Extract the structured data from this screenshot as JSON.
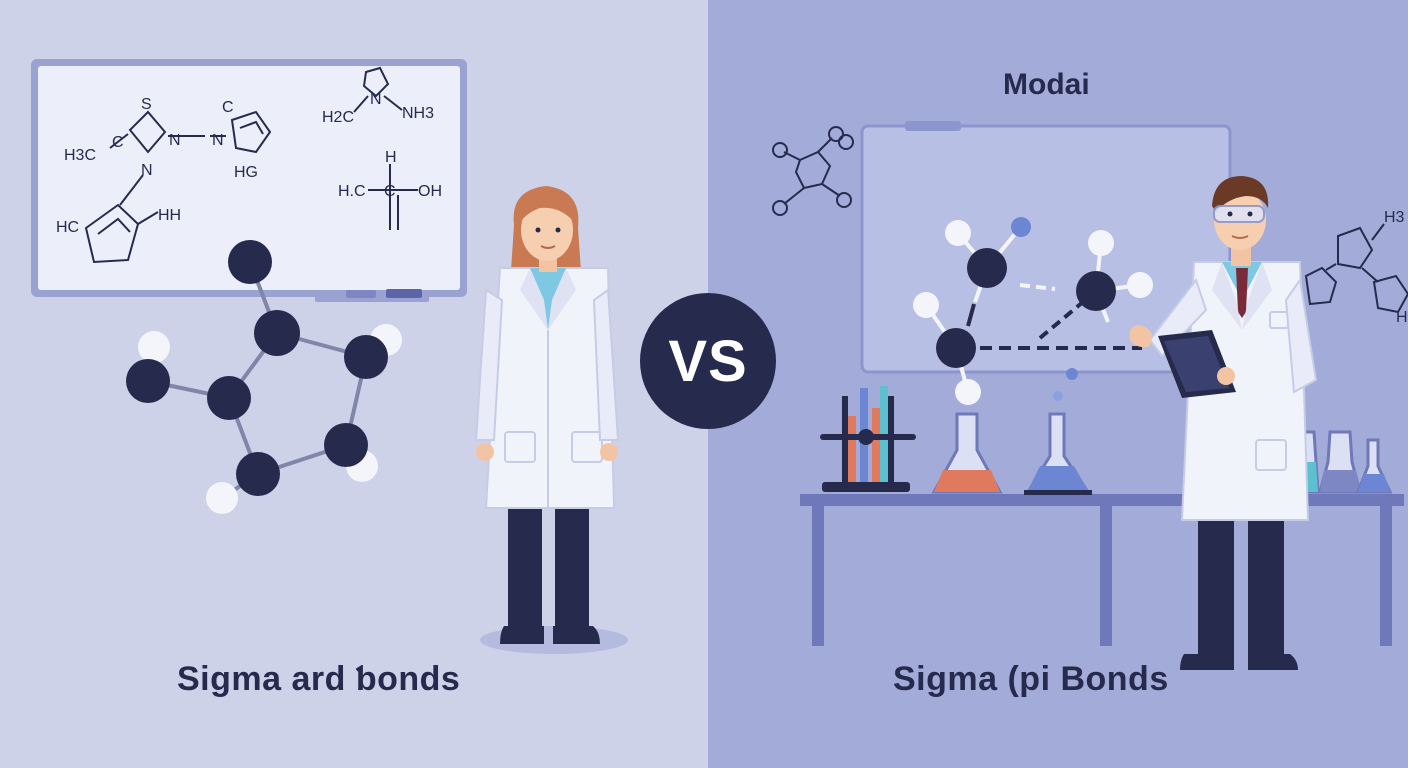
{
  "left": {
    "caption": "Sigma ard ƅonds",
    "whiteboard_formulas": [
      "S",
      "H3C",
      "C",
      "N",
      "N",
      "N",
      "C",
      "HG",
      "HC",
      "HH",
      "H2C",
      "N",
      "NH3",
      "H",
      "H.C",
      "C",
      "OH"
    ]
  },
  "right": {
    "top_label": "Modai",
    "caption": "Sigma (pi Bonds",
    "side_formulas": [
      "H3",
      "H"
    ]
  },
  "vs_label": "VS",
  "colors": {
    "left_bg": "#cdd2e9",
    "right_bg": "#a3abd9",
    "dark_navy": "#262b4d",
    "atom_white": "#f4f5fb",
    "liquid_orange": "#e07a5f",
    "liquid_blue": "#6d86d3",
    "tube_teal": "#5cc0d0"
  }
}
